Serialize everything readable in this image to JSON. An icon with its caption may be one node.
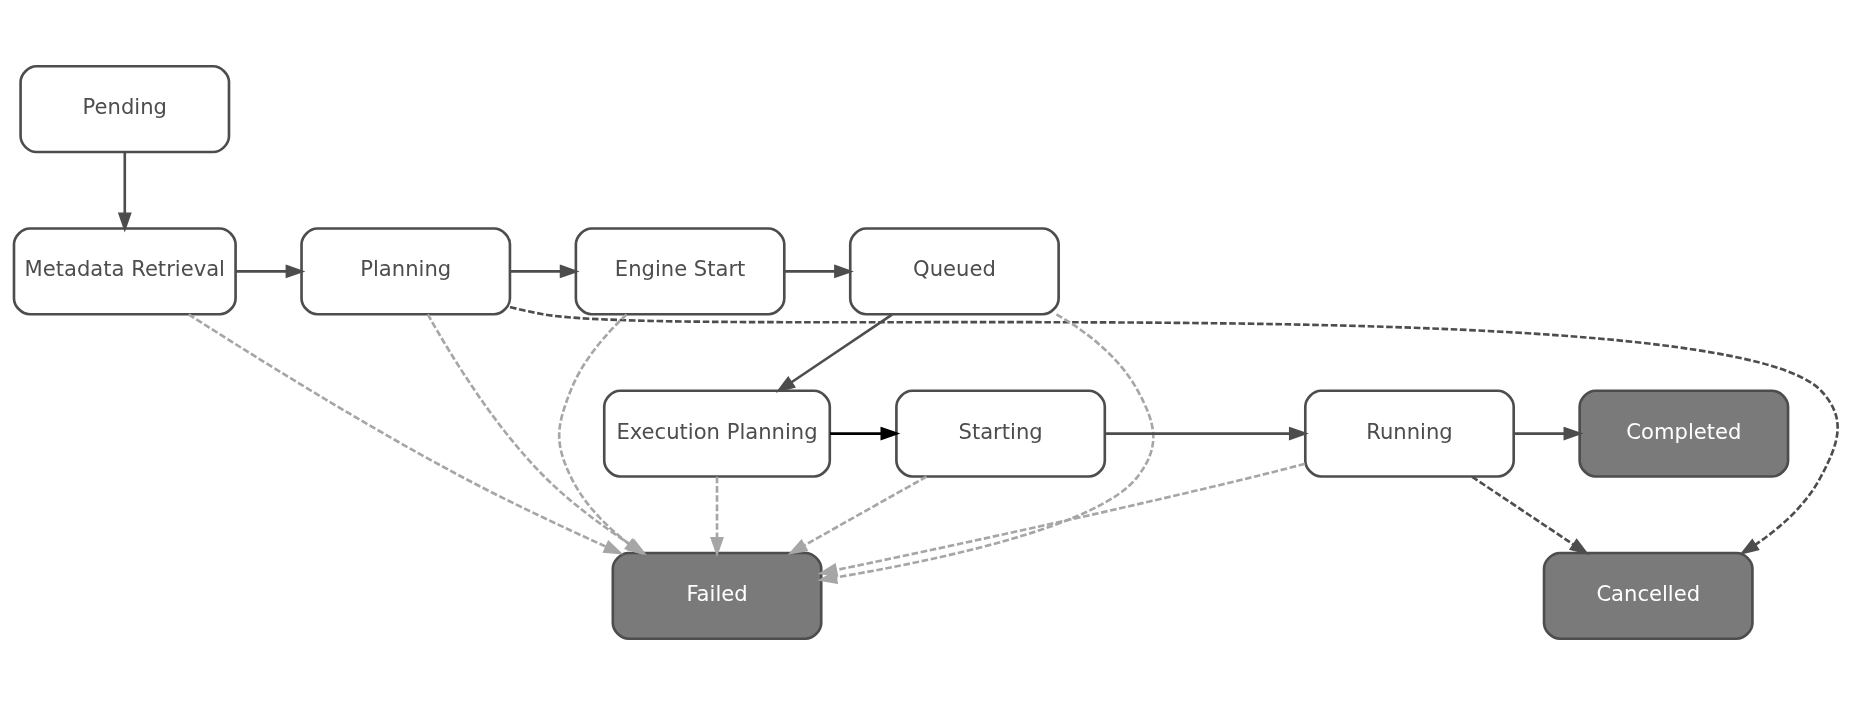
{
  "diagram": {
    "nodes": [
      {
        "text": [
          "Pending"
        ]
      },
      {
        "text": [
          "Metadata Retrieval"
        ]
      },
      {
        "text": [
          "Planning"
        ]
      },
      {
        "text": [
          "Engine Start"
        ]
      },
      {
        "text": [
          "Queued"
        ]
      },
      {
        "text": [
          "Cancelled"
        ]
      },
      {
        "text": [
          "Failed"
        ]
      },
      {
        "text": [
          "Completed"
        ]
      },
      {
        "text": [
          "Running"
        ]
      },
      {
        "text": [
          "Starting"
        ]
      },
      {
        "text": [
          "Execution Planning"
        ]
      }
    ],
    "edges": [
      {
        "from": 0,
        "to": 1,
        "arrow": "to"
      },
      {
        "from": 1,
        "to": 2,
        "arrow": "to"
      },
      {
        "from": 2,
        "to": 3,
        "arrow": "to"
      },
      {
        "from": 3,
        "to": 4,
        "arrow": "to"
      },
      {
        "from": 4,
        "to": 10,
        "arrow": "to"
      },
      {
        "from": 10,
        "to": 9,
        "arrow": "to",
        "color": "#000000"
      },
      {
        "from": 9,
        "to": 8,
        "arrow": "to"
      },
      {
        "from": 8,
        "to": 7,
        "arrow": "to"
      },
      {
        "from": 2,
        "to": 5,
        "arrow": "to",
        "style": "dashed"
      },
      {
        "from": 8,
        "to": 5,
        "arrow": "to",
        "style": "dashed"
      },
      {
        "from": 1,
        "to": 6,
        "arrow": "to",
        "style": "dashed",
        "color": "#a6a6a6"
      },
      {
        "from": 2,
        "to": 6,
        "arrow": "to",
        "style": "dashed",
        "color": "#a6a6a6"
      },
      {
        "from": 3,
        "to": 6,
        "arrow": "to",
        "style": "dashed",
        "color": "#a6a6a6"
      },
      {
        "from": 4,
        "to": 6,
        "arrow": "to",
        "style": "dashed",
        "color": "#a6a6a6"
      },
      {
        "from": 8,
        "to": 6,
        "arrow": "to",
        "style": "dashed",
        "color": "#a6a6a6"
      },
      {
        "from": 9,
        "to": 6,
        "arrow": "to",
        "style": "dashed",
        "color": "#a6a6a6"
      },
      {
        "from": 10,
        "to": 6,
        "arrow": "to",
        "style": "dashed",
        "color": "#a6a6a6"
      }
    ]
  }
}
